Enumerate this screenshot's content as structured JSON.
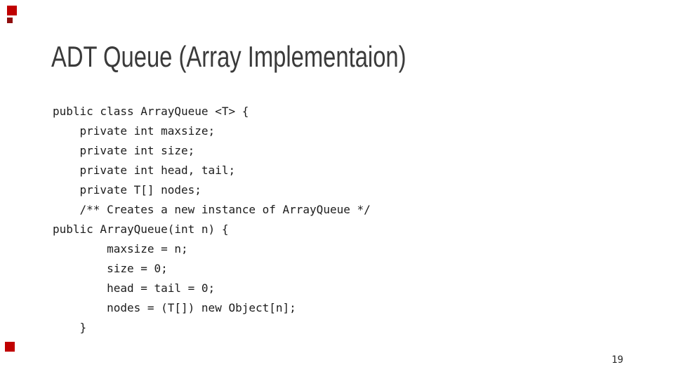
{
  "slide": {
    "title": "ADT Queue (Array Implementaion)",
    "page_number": "19",
    "accent_color": "#c00000",
    "accent_color_dark": "#8f0e0e"
  },
  "code": {
    "lines": [
      "public class ArrayQueue <T> {",
      "    private int maxsize;",
      "    private int size;",
      "    private int head, tail;",
      "    private T[] nodes;",
      "    /** Creates a new instance of ArrayQueue */",
      "public ArrayQueue(int n) {",
      "        maxsize = n;",
      "        size = 0;",
      "        head = tail = 0;",
      "        nodes = (T[]) new Object[n];",
      "    }"
    ]
  }
}
